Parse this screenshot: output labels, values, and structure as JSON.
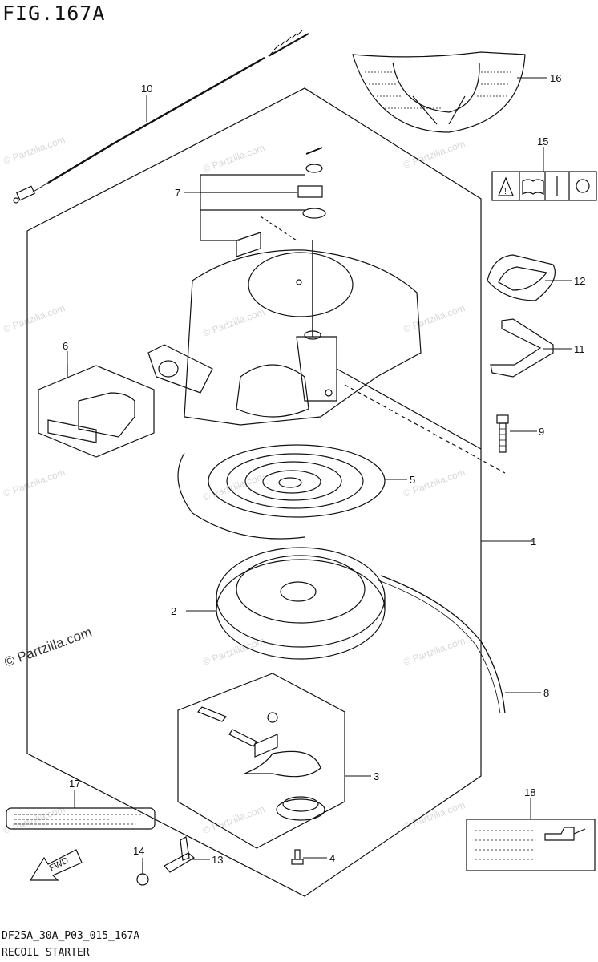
{
  "figure": {
    "title": "FIG.167A",
    "code": "DF25A_30A_P03_015_167A",
    "caption": "RECOIL STARTER"
  },
  "watermark": {
    "primary": "© Partzilla.com",
    "faint": "© Partzilla.com"
  },
  "fwd_label": "FWD",
  "callouts": [
    "1",
    "2",
    "3",
    "4",
    "5",
    "6",
    "7",
    "8",
    "9",
    "10",
    "11",
    "12",
    "13",
    "14",
    "15",
    "16",
    "17",
    "18"
  ],
  "colors": {
    "line": "#111111",
    "watermark": "#d8d8d8"
  }
}
